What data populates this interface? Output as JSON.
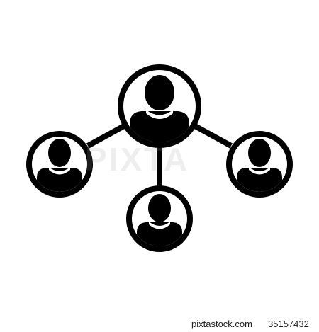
{
  "image": {
    "icon_name": "people-network-icon",
    "colors": {
      "icon": "#000000",
      "background": "#ffffff"
    }
  },
  "watermark": {
    "text": "PIXTA"
  },
  "footer": {
    "site": "pixtastock.com",
    "id": "35157432"
  }
}
